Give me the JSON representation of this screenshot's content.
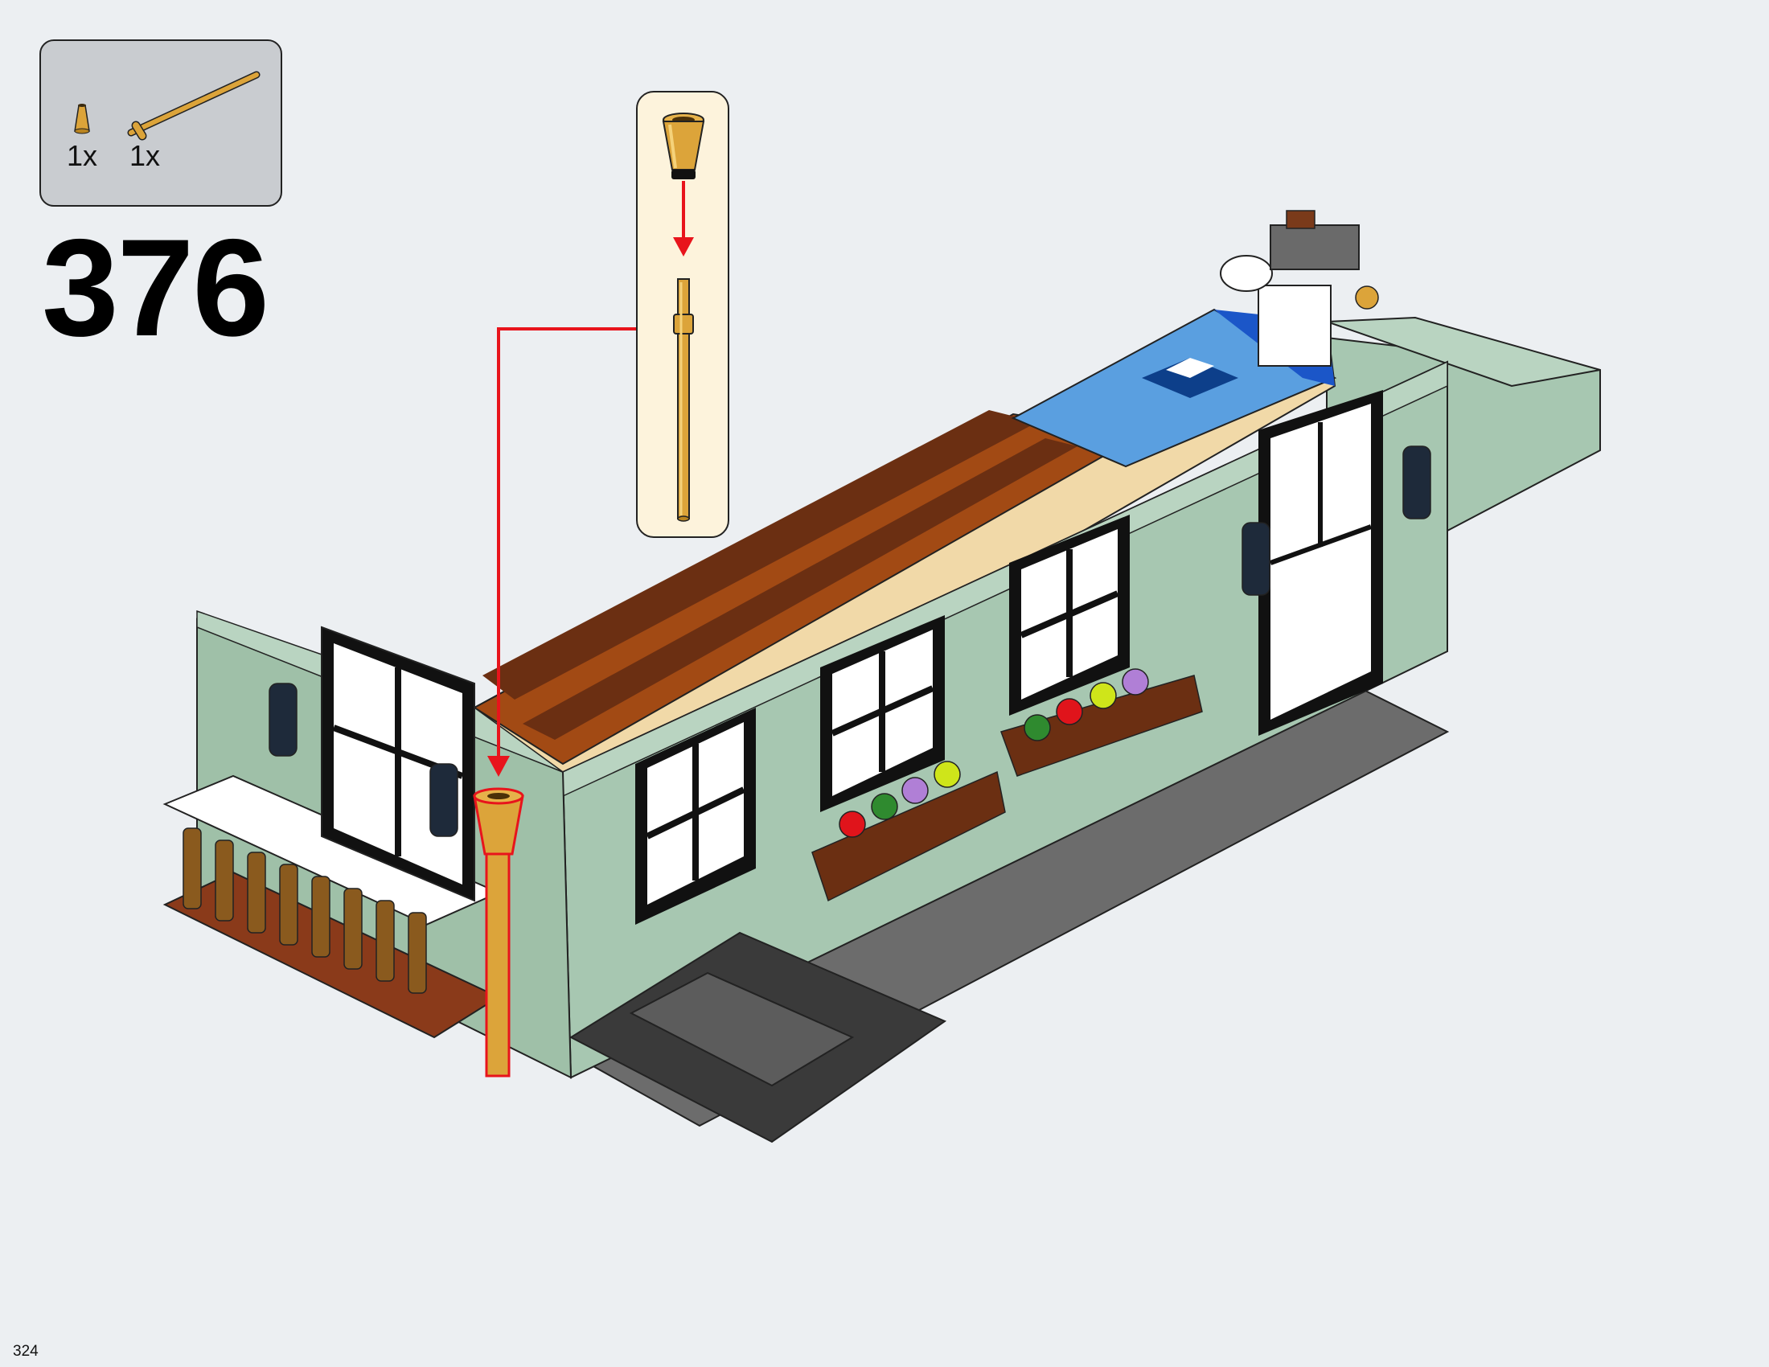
{
  "parts_list": {
    "items": [
      {
        "icon": "gold-cone-piece-icon",
        "quantity": "1x"
      },
      {
        "icon": "gold-bar-piece-icon",
        "quantity": "1x"
      }
    ]
  },
  "step": {
    "number": "376"
  },
  "page": {
    "number": "324"
  },
  "colors": {
    "sand_green": "#a7c7b1",
    "pearl_gold": "#dca43a",
    "arrow_red": "#e8141c",
    "dark_brown": "#6b2f12",
    "reddish_brown": "#a24a14",
    "tan": "#f1d9a8",
    "medium_blue": "#5a9fe0",
    "dark_gray": "#4b4b4b"
  }
}
